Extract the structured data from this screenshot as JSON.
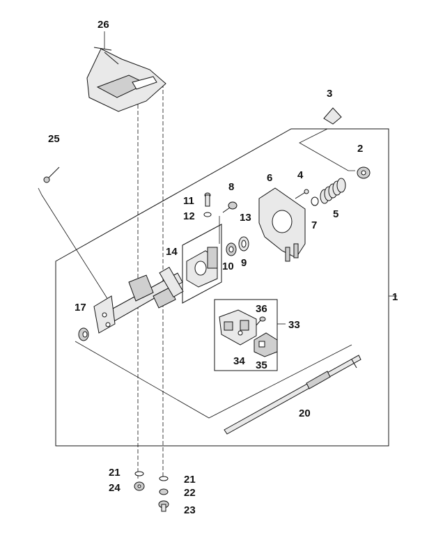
{
  "callouts": {
    "c1": "1",
    "c2": "2",
    "c3": "3",
    "c4": "4",
    "c5": "5",
    "c6": "6",
    "c7": "7",
    "c8": "8",
    "c9": "9",
    "c10": "10",
    "c11": "11",
    "c12": "12",
    "c13": "13",
    "c14": "14",
    "c17": "17",
    "c20": "20",
    "c21a": "21",
    "c21b": "21",
    "c22": "22",
    "c23": "23",
    "c24": "24",
    "c25": "25",
    "c26": "26",
    "c33": "33",
    "c34": "34",
    "c35": "35",
    "c36": "36"
  },
  "icons": {
    "bracket": "bracket-icon",
    "column": "steering-column-icon",
    "shaft": "shaft-icon"
  }
}
